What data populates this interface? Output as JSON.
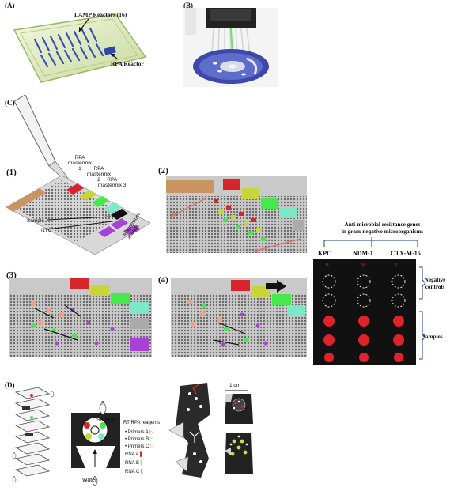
{
  "panels": {
    "A": {
      "label": "(A)",
      "lamp_label": "LAMP Reactors (16)",
      "rpa_label": "RPA Reactor"
    },
    "B": {
      "label": "(B)"
    },
    "C": {
      "label": "(C)",
      "step1": "(1)",
      "step2": "(2)",
      "step3": "(3)",
      "step4": "(4)",
      "rpa1": [
        "RPA",
        "mastermix",
        "1"
      ],
      "rpa2": [
        "RPA",
        "mastermix",
        "2"
      ],
      "rpa3": [
        "RPA",
        "mastermix 3"
      ],
      "sample": "Sample",
      "ntc": "NTC",
      "mg": [
        "Magnesium",
        "acetate"
      ],
      "result_title": [
        "Anti-microbial resistance genes",
        "in gram-negative microorganisms"
      ],
      "genes": [
        "KPC",
        "NDM-1",
        "CTX-M-15"
      ],
      "gene_letters": [
        "K",
        "N",
        "C"
      ],
      "negative_controls": [
        "Negative",
        "controls"
      ],
      "samples": "Samples"
    },
    "D": {
      "label": "(D)",
      "sample": "Sample",
      "water": "Water",
      "question_mark": "?",
      "legend_title": "RT-RPA reagents",
      "legend": [
        "Primers A",
        "Primers B",
        "Primers C",
        "RNA A",
        "RNA B",
        "RNA C"
      ],
      "scale": "1 cm"
    }
  },
  "colors": {
    "red": "#d7252b",
    "yellow": "#c8d43a",
    "green": "#46e84c",
    "teal": "#7ce8c8",
    "purple": "#a742d6",
    "grey": "#b8b8b8",
    "chip_bg": "#111111",
    "spot": "#e0232a"
  }
}
